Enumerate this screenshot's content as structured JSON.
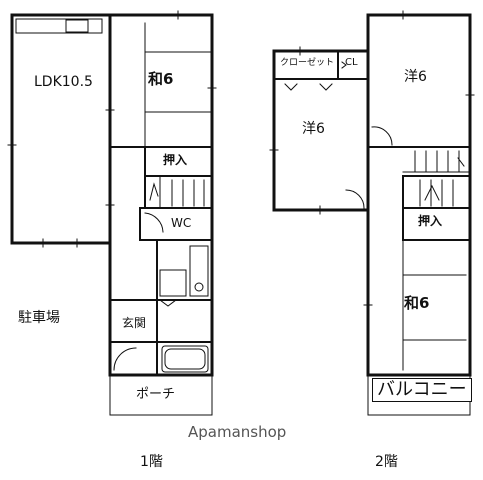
{
  "floor1": {
    "ldk": "LDK10.5",
    "washitsu": "和6",
    "oshiire": "押入",
    "wc": "WC",
    "genkan": "玄関",
    "porch": "ポーチ",
    "parking": "駐車場",
    "floor_label": "1階"
  },
  "floor2": {
    "closet": "クローゼット",
    "cl": "CL",
    "youshitsu_left": "洋6",
    "youshitsu_right": "洋6",
    "oshiire": "押入",
    "washitsu": "和6",
    "balcony": "バルコニー",
    "floor_label": "2階"
  },
  "watermark": "Apamanshop"
}
